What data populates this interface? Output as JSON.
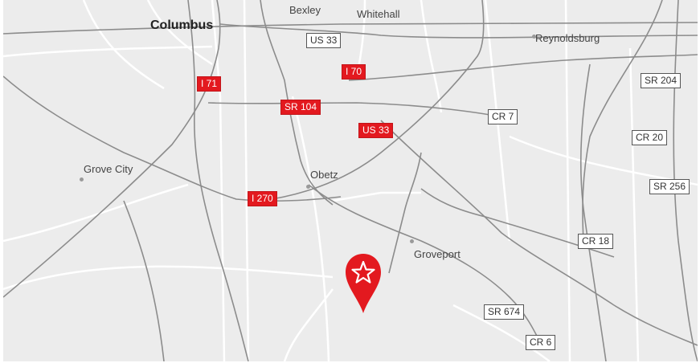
{
  "map": {
    "places": [
      {
        "id": "columbus",
        "label": "Columbus"
      },
      {
        "id": "bexley",
        "label": "Bexley"
      },
      {
        "id": "whitehall",
        "label": "Whitehall"
      },
      {
        "id": "reynoldsburg",
        "label": "Reynoldsburg"
      },
      {
        "id": "grove-city",
        "label": "Grove City"
      },
      {
        "id": "obetz",
        "label": "Obetz"
      },
      {
        "id": "groveport",
        "label": "Groveport"
      }
    ],
    "highway_shields": [
      {
        "id": "us33-top",
        "label": "US 33",
        "style": "white"
      },
      {
        "id": "i70",
        "label": "I 70",
        "style": "red"
      },
      {
        "id": "i71",
        "label": "I 71",
        "style": "red"
      },
      {
        "id": "sr104",
        "label": "SR 104",
        "style": "red"
      },
      {
        "id": "us33",
        "label": "US 33",
        "style": "red"
      },
      {
        "id": "i270",
        "label": "I 270",
        "style": "red"
      },
      {
        "id": "sr204",
        "label": "SR 204",
        "style": "white"
      },
      {
        "id": "cr7",
        "label": "CR 7",
        "style": "white"
      },
      {
        "id": "cr20",
        "label": "CR 20",
        "style": "white"
      },
      {
        "id": "sr256",
        "label": "SR 256",
        "style": "white"
      },
      {
        "id": "cr18",
        "label": "CR 18",
        "style": "white"
      },
      {
        "id": "sr674",
        "label": "SR 674",
        "style": "white"
      },
      {
        "id": "cr6",
        "label": "CR 6",
        "style": "white"
      }
    ],
    "marker": {
      "icon": "star-location-pin-icon",
      "color": "#e3191f"
    },
    "colors": {
      "background": "#ececec",
      "major_road": "#8c8c8c",
      "minor_road": "#ffffff",
      "highlight_shield": "#e3191f"
    }
  }
}
